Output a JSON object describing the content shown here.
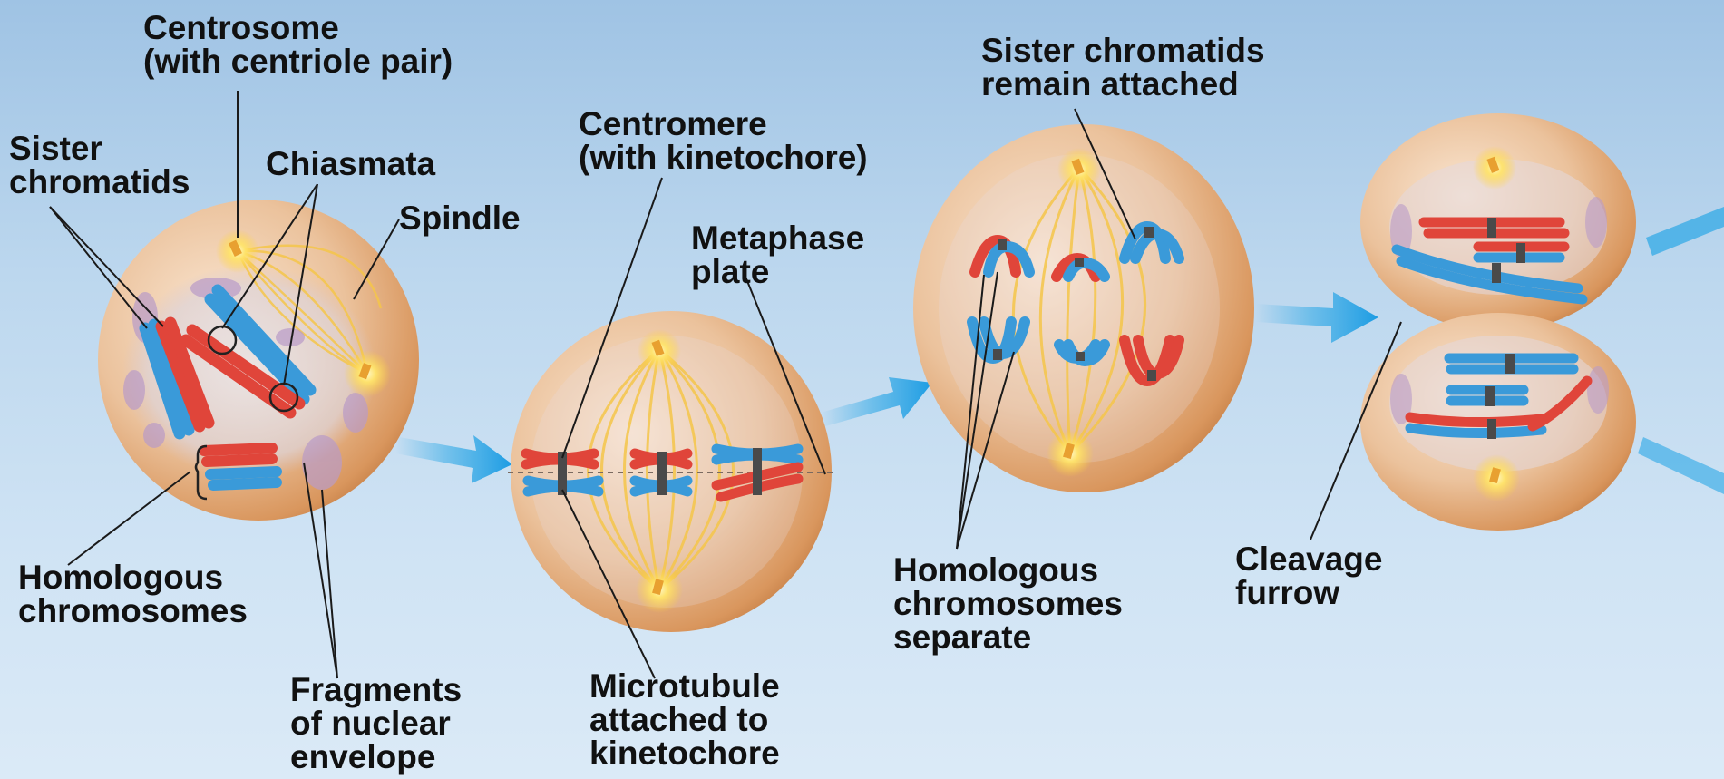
{
  "labels": {
    "centrosome": "Centrosome\n(with centriole pair)",
    "sister_chromatids": "Sister\nchromatids",
    "chiasmata": "Chiasmata",
    "spindle": "Spindle",
    "homologous_chromosomes": "Homologous\nchromosomes",
    "fragments_nuclear_envelope": "Fragments\nof nuclear\nenvelope",
    "centromere": "Centromere\n(with kinetochore)",
    "metaphase_plate": "Metaphase\nplate",
    "microtubule_attached": "Microtubule\nattached to\nkinetochore",
    "sister_chromatids_remain": "Sister chromatids\nremain attached",
    "homologous_separate": "Homologous\nchromosomes\nseparate",
    "cleavage_furrow": "Cleavage\nfurrow"
  },
  "colors": {
    "chromatid_red": "#e0453a",
    "chromatid_blue": "#3a9ad9",
    "cell_fill": "#e6b88f",
    "spindle_fiber": "#f5c64a",
    "arrow": "#2aa7e6",
    "envelope_fragment": "#b99bc8"
  }
}
